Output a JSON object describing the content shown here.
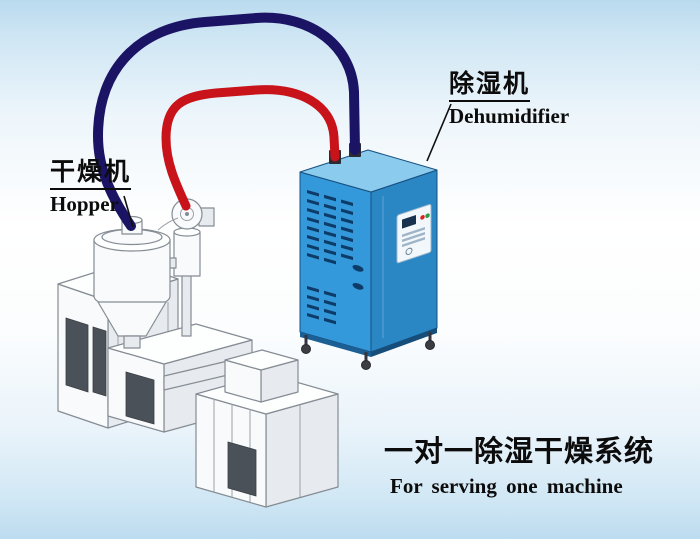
{
  "labels": {
    "dryer": {
      "zh": "干燥机",
      "en": "Hopper"
    },
    "dehumidifier": {
      "zh": "除湿机",
      "en": "Dehumidifier"
    },
    "caption": {
      "zh": "一对一除湿干燥系统",
      "en": "For serving one machine"
    }
  },
  "colors": {
    "pipe_red": "#c8131b",
    "pipe_blue": "#1b1464",
    "cabinet_front": "#3399db",
    "cabinet_side": "#2b86c4",
    "cabinet_top": "#8bcbee",
    "background_tint": "#bcdcee"
  },
  "diagram": {
    "type": "equipment-diagram",
    "components": [
      "hopper-dryer",
      "extruder-machine",
      "loader-unit",
      "dehumidifier",
      "red-return-pipe",
      "blue-supply-pipe"
    ]
  }
}
